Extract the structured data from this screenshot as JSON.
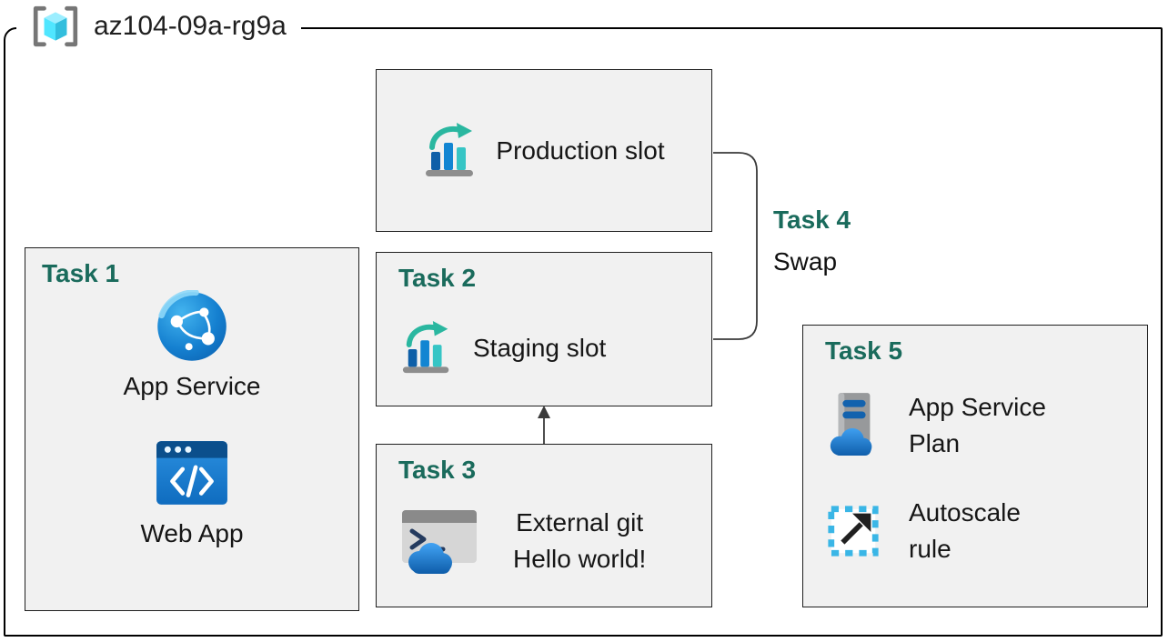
{
  "diagram": {
    "resource_group": {
      "label": "az104-09a-rg9a"
    },
    "task1": {
      "title": "Task 1",
      "app_service_label": "App Service",
      "web_app_label": "Web App"
    },
    "production": {
      "label": "Production slot"
    },
    "task2": {
      "title": "Task 2",
      "label": "Staging slot"
    },
    "task3": {
      "title": "Task 3",
      "line1": "External git",
      "line2": "Hello world!"
    },
    "task4": {
      "title": "Task 4",
      "label": "Swap"
    },
    "task5": {
      "title": "Task 5",
      "item1_line1": "App Service",
      "item1_line2": "Plan",
      "item2_line1": "Autoscale",
      "item2_line2": "rule"
    },
    "icons": {
      "resource_group": "resource-group-icon",
      "deployment_slot": "deployment-slot-icon",
      "app_service": "app-service-icon",
      "web_app": "web-app-icon",
      "cloud_shell": "cloud-shell-icon",
      "app_service_plan": "app-service-plan-icon",
      "autoscale": "autoscale-rule-icon"
    },
    "colors": {
      "task_title": "#1a6b5c",
      "box_background": "#f1f1f1",
      "box_border": "#1f1f1f",
      "frame_border": "#000000",
      "accent_blue": "#0078d4",
      "accent_teal": "#2ab7a0",
      "icon_cyan": "#50e6ff"
    }
  }
}
